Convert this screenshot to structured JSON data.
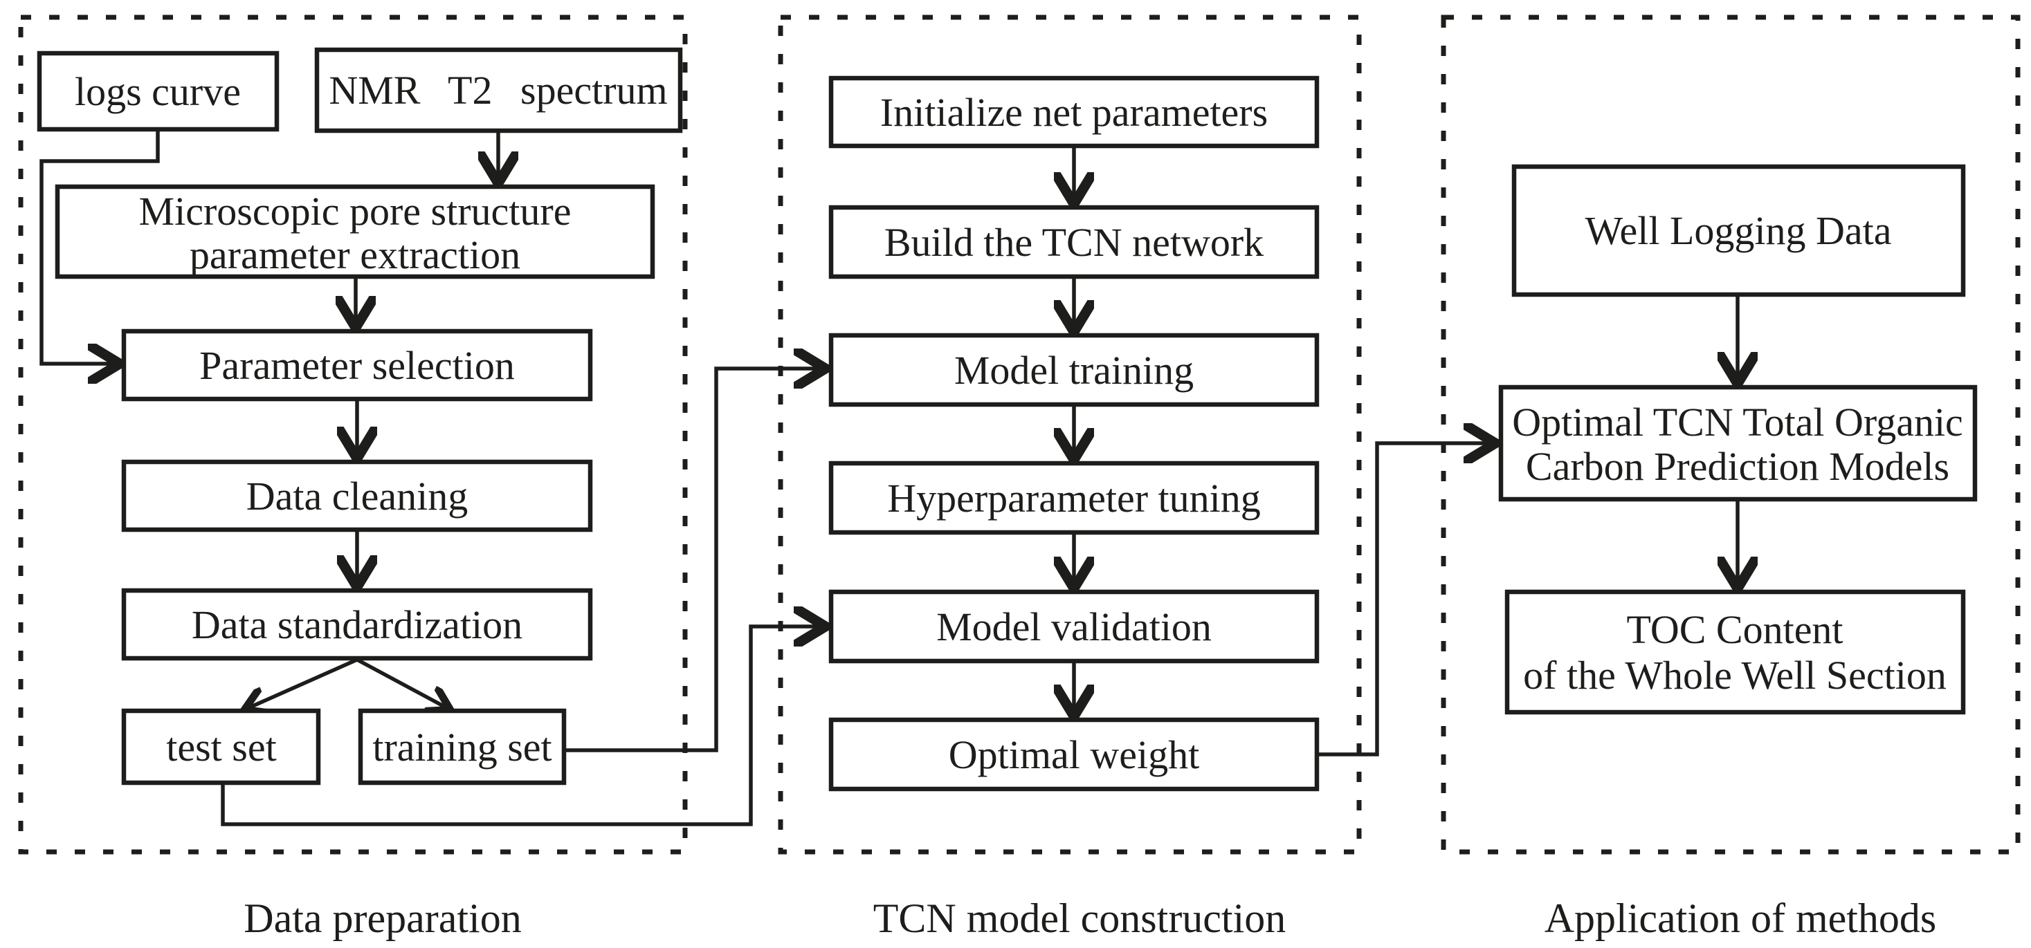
{
  "figure": {
    "background": "#ffffff",
    "line_color": "#1d1d1b",
    "panels": {
      "data_preparation": {
        "caption": "Data preparation"
      },
      "tcn_model_construction": {
        "caption": "TCN model construction"
      },
      "application_of_methods": {
        "caption": "Application of methods"
      }
    },
    "nodes": {
      "logs_curve": {
        "label": "logs curve"
      },
      "nmr_t2_spectrum": {
        "label": "NMR T2 spectrum"
      },
      "microscopic_extraction": {
        "line1": "Microscopic pore structure",
        "line2": "parameter extraction"
      },
      "parameter_selection": {
        "label": "Parameter selection"
      },
      "data_cleaning": {
        "label": "Data cleaning"
      },
      "data_standardization": {
        "label": "Data standardization"
      },
      "test_set": {
        "label": "test set"
      },
      "training_set": {
        "label": "training set"
      },
      "initialize_net_parameters": {
        "label": "Initialize net parameters"
      },
      "build_tcn_network": {
        "label": "Build the TCN network"
      },
      "model_training": {
        "label": "Model training"
      },
      "hyperparameter_tuning": {
        "label": "Hyperparameter tuning"
      },
      "model_validation": {
        "label": "Model validation"
      },
      "optimal_weight": {
        "label": "Optimal weight"
      },
      "well_logging_data": {
        "label": "Well Logging Data"
      },
      "optimal_tcn_models": {
        "line1": "Optimal TCN Total Organic",
        "line2": "Carbon Prediction Models"
      },
      "toc_content": {
        "line1": "TOC Content",
        "line2": "of the Whole Well Section"
      }
    }
  }
}
